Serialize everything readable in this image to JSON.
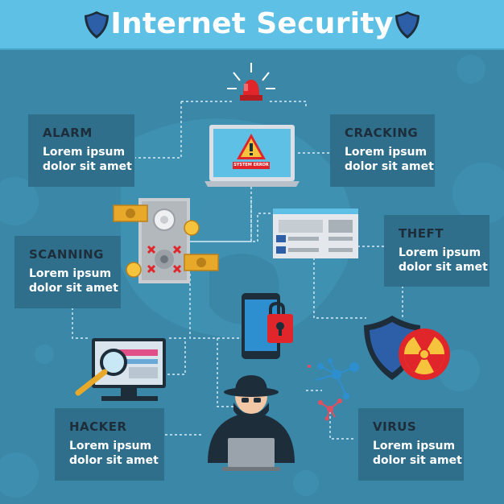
{
  "header": {
    "title": "Internet Security"
  },
  "boxes": {
    "alarm": {
      "heading": "ALARM",
      "line1": "Lorem ipsum",
      "line2": "dolor sit amet"
    },
    "cracking": {
      "heading": "CRACKING",
      "line1": "Lorem ipsum",
      "line2": "dolor sit amet"
    },
    "scanning": {
      "heading": "SCANNING",
      "line1": "Lorem ipsum",
      "line2": "dolor sit amet"
    },
    "theft": {
      "heading": "THEFT",
      "line1": "Lorem ipsum",
      "line2": "dolor sit amet"
    },
    "hacker": {
      "heading": "HACKER",
      "line1": "Lorem ipsum",
      "line2": "dolor sit amet"
    },
    "virus": {
      "heading": "VIRUS",
      "line1": "Lorem ipsum",
      "line2": "dolor sit amet"
    }
  },
  "laptop_screen": {
    "label": "SYSTEM ERROR"
  },
  "colors": {
    "background": "#3a87a8",
    "header": "#5fc0e6",
    "box": "#2f6f8c",
    "shield_blue": "#2c5fa8",
    "alarm_red": "#e0262b",
    "radiation_yellow": "#f6c33c",
    "coin_gold": "#e8a92a"
  },
  "icons": [
    "shield-icon",
    "siren-icon",
    "laptop-warning-icon",
    "safe-icon",
    "money-icon",
    "coin-icon",
    "browser-window-icon",
    "phone-lock-icon",
    "monitor-magnifier-icon",
    "shield-radiation-icon",
    "molecule-virus-icon",
    "hacker-icon"
  ]
}
